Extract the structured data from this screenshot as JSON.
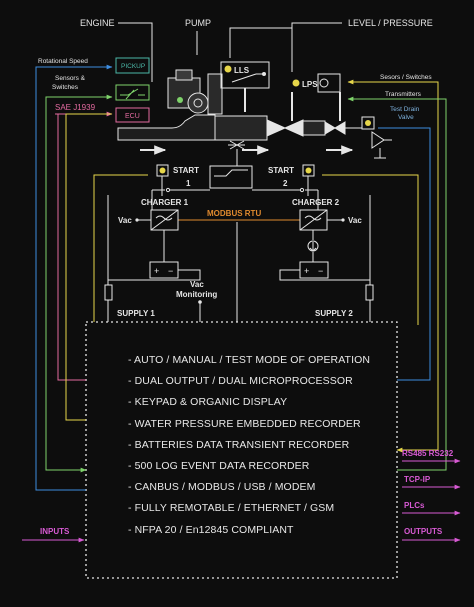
{
  "top_labels": {
    "engine": "ENGINE",
    "pump": "PUMP",
    "level_pressure": "LEVEL / PRESSURE"
  },
  "left_labels": {
    "rotational_speed": "Rotational Speed",
    "sensors_switches": [
      "Sensors &",
      "Switches"
    ],
    "sae_j1939": "SAE J1939",
    "pickup": "PICKUP",
    "ecu": "ECU"
  },
  "right_labels": {
    "sensors_switches": "Sesors / Switches",
    "transmitters": "Transmitters",
    "test_drain_valve": [
      "Test Drain",
      "Valve"
    ]
  },
  "switches": {
    "lls": "LLS",
    "lps": "LPS"
  },
  "start": {
    "start1": [
      "START",
      "1"
    ],
    "start2": [
      "START",
      "2"
    ]
  },
  "chargers": {
    "charger1": "CHARGER 1",
    "charger2": "CHARGER 2",
    "vac_left": "Vac",
    "vac_right": "Vac",
    "modbus": "MODBUS RTU",
    "vac_monitoring": [
      "Vac",
      "Monitoring"
    ]
  },
  "supplies": {
    "supply1": "SUPPLY 1",
    "supply2": "SUPPLY 2"
  },
  "features": [
    "- AUTO / MANUAL / TEST  MODE OF OPERATION",
    "- DUAL OUTPUT / DUAL MICROPROCESSOR",
    "- KEYPAD & ORGANIC DISPLAY",
    "- WATER PRESSURE EMBEDDED RECORDER",
    "- BATTERIES DATA TRANSIENT RECORDER",
    "- 500 LOG EVENT DATA RECORDER",
    "- CANBUS / MODBUS / USB / MODEM",
    "- FULLY REMOTABLE / ETHERNET / GSM",
    "- NFPA 20 / En12845 COMPLIANT"
  ],
  "comms": {
    "rs485": "RS485 RS232",
    "tcpip": "TCP-IP",
    "plcs": "PLCs"
  },
  "io": {
    "inputs": "INPUTS",
    "outputs": "OUTPUTS"
  },
  "colors": {
    "background": "#0d0d0d",
    "line": "#e6e6e6",
    "yellow": "#e6d64a",
    "green": "#7ed26a",
    "blue": "#3d8de0",
    "magenta": "#d85ad4",
    "pink": "#e46aa0",
    "orange": "#e08a2e",
    "lightblue": "#7fb4e0",
    "teal": "#4cb8a8"
  }
}
